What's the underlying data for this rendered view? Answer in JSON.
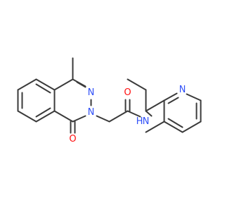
{
  "molecule": {
    "atom_labels": {
      "n_ring_top": "N",
      "n_ring_bottom": "N",
      "o_ring": "O",
      "o_amide": "O",
      "nh_amide": "N",
      "h_amide": "H",
      "n_pyridine": "N"
    },
    "colors": {
      "bond": "#3a3a3a",
      "nitrogen": "#3050f8",
      "oxygen": "#ff0d0d"
    }
  }
}
